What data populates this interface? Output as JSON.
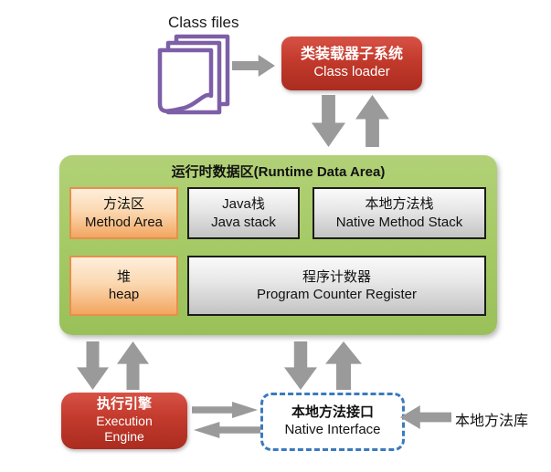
{
  "diagram": {
    "class_files_label": "Class files",
    "class_loader": {
      "zh": "类装载器子系统",
      "en": "Class loader"
    },
    "runtime_data_area": {
      "title": "运行时数据区(Runtime Data Area)",
      "method_area": {
        "zh": "方法区",
        "en": "Method Area"
      },
      "java_stack": {
        "zh": "Java栈",
        "en": "Java stack"
      },
      "native_method_stack": {
        "zh": "本地方法栈",
        "en": "Native Method Stack"
      },
      "heap": {
        "zh": "堆",
        "en": "heap"
      },
      "program_counter": {
        "zh": "程序计数器",
        "en": "Program Counter Register"
      }
    },
    "execution_engine": {
      "zh": "执行引擎",
      "en1": "Execution",
      "en2": "Engine"
    },
    "native_interface": {
      "zh": "本地方法接口",
      "en": "Native Interface"
    },
    "native_library_label": "本地方法库",
    "colors": {
      "red_box": "#bd3529",
      "green_panel": "#a4c964",
      "orange_box_border": "#e78f4c",
      "gray_box_border": "#1c1c1c",
      "arrow_gray": "#9a9a9a",
      "dashed_blue": "#3a7abf",
      "doc_purple": "#7d5fa8"
    }
  }
}
